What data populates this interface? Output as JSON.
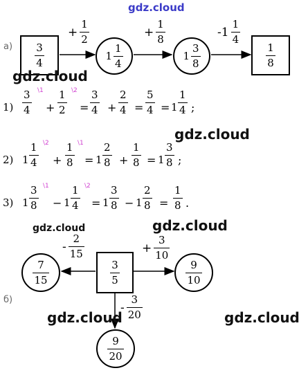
{
  "watermark": "gdz.cloud",
  "part_a": {
    "label": "а)",
    "start": {
      "n": "3",
      "d": "4"
    },
    "step1": {
      "sign": "+",
      "n": "1",
      "d": "2"
    },
    "node1": {
      "w": "1",
      "n": "1",
      "d": "4"
    },
    "step2": {
      "sign": "+",
      "n": "1",
      "d": "8"
    },
    "node2": {
      "w": "1",
      "n": "3",
      "d": "8"
    },
    "step3": {
      "sign": "-1",
      "n": "1",
      "d": "4"
    },
    "end": {
      "n": "1",
      "d": "8"
    }
  },
  "steps": [
    {
      "num": "1)",
      "sup1": "\\1",
      "sup2": "\\2"
    },
    {
      "num": "2)",
      "sup1": "\\2",
      "sup2": "\\1"
    },
    {
      "num": "3)",
      "sup1": "\\1",
      "sup2": "\\2"
    }
  ],
  "eq": {
    "l1": [
      "3",
      "4",
      "1",
      "2",
      "3",
      "4",
      "2",
      "4",
      "5",
      "4",
      "1",
      "1",
      "4"
    ],
    "l2": [
      "1",
      "1",
      "4",
      "1",
      "8",
      "1",
      "2",
      "8",
      "1",
      "8",
      "1",
      "3",
      "8"
    ],
    "l3": [
      "1",
      "3",
      "8",
      "1",
      "1",
      "4",
      "1",
      "3",
      "8",
      "1",
      "2",
      "8",
      "1",
      "8"
    ]
  },
  "part_b": {
    "label": "б)",
    "center": {
      "n": "3",
      "d": "5"
    },
    "left_op": {
      "sign": "-",
      "n": "2",
      "d": "15"
    },
    "left": {
      "n": "7",
      "d": "15"
    },
    "right_op": {
      "sign": "+",
      "n": "3",
      "d": "10"
    },
    "right": {
      "n": "9",
      "d": "10"
    },
    "down_op": {
      "sign": "-",
      "n": "3",
      "d": "20"
    },
    "down": {
      "n": "9",
      "d": "20"
    }
  }
}
